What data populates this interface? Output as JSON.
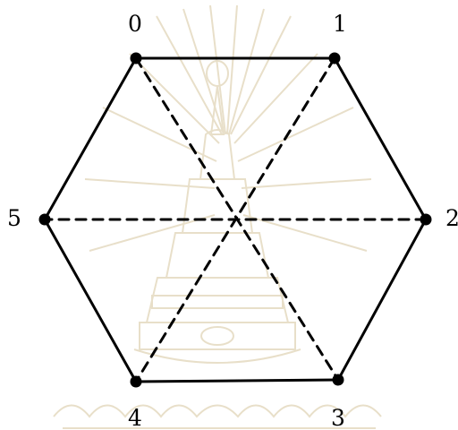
{
  "diagram": {
    "watermark": "emblem-watermark",
    "vertices": [
      {
        "id": 0,
        "label": "0"
      },
      {
        "id": 1,
        "label": "1"
      },
      {
        "id": 2,
        "label": "2"
      },
      {
        "id": 3,
        "label": "3"
      },
      {
        "id": 4,
        "label": "4"
      },
      {
        "id": 5,
        "label": "5"
      }
    ],
    "solid_edges": [
      [
        0,
        1
      ],
      [
        1,
        2
      ],
      [
        2,
        3
      ],
      [
        3,
        4
      ],
      [
        4,
        5
      ],
      [
        5,
        0
      ]
    ],
    "dashed_edges": [
      [
        0,
        3
      ],
      [
        1,
        4
      ],
      [
        2,
        5
      ]
    ],
    "colors": {
      "edge": "#000000",
      "vertex": "#000000",
      "watermark": "#e6dcc4"
    }
  }
}
